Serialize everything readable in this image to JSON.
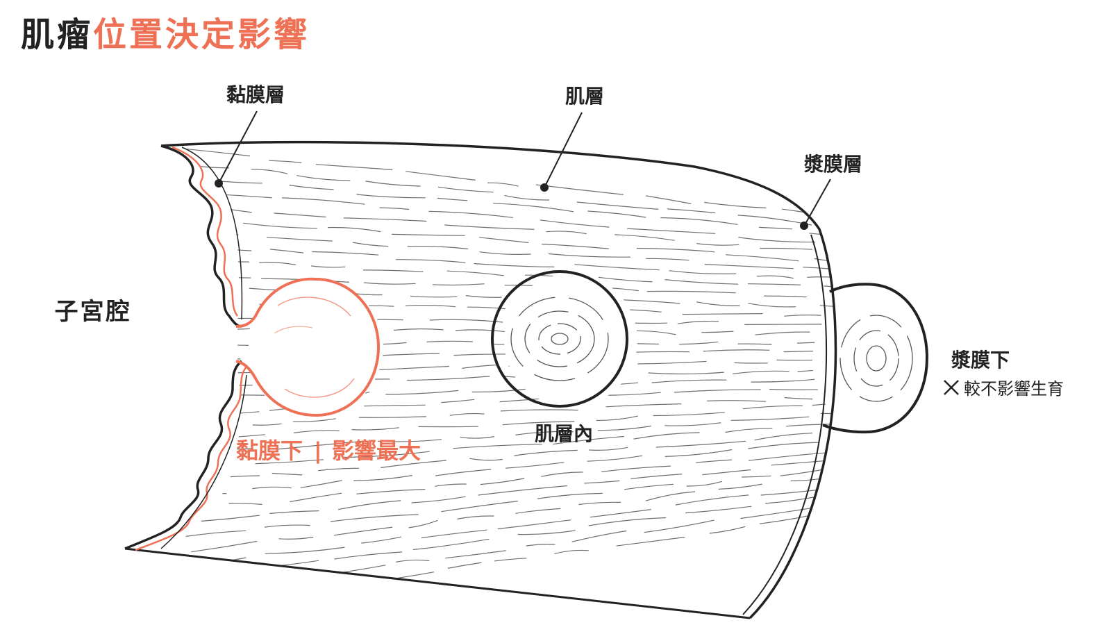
{
  "title": {
    "part1": "肌瘤",
    "part2": "位置決定影響"
  },
  "labels": {
    "mucosa": "黏膜層",
    "muscle": "肌層",
    "serosa": "漿膜層",
    "cavity": "子宮腔",
    "submucosal": "黏膜下",
    "submucosal_divider": "|",
    "submucosal_effect": "影響最大",
    "intramural": "肌層內",
    "subserosal": "漿膜下",
    "subserosal_effect": "較不影響生育"
  },
  "icons": {
    "subserosal_mark": "cross-icon"
  },
  "colors": {
    "accent": "#EE7155",
    "ink": "#222222"
  }
}
